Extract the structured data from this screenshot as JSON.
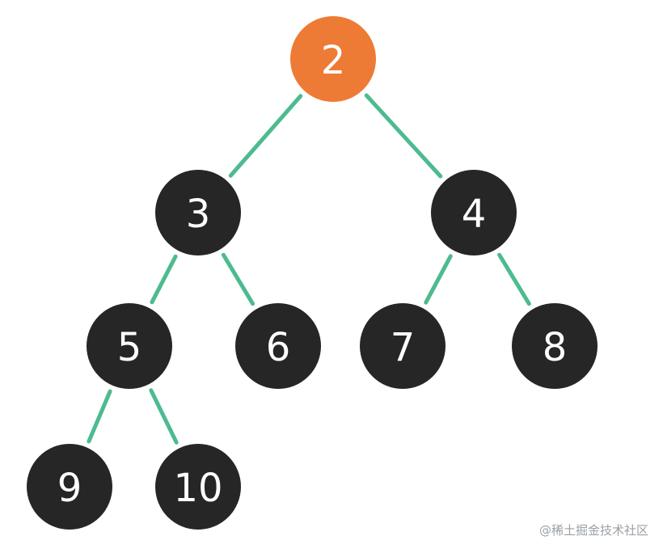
{
  "tree": {
    "nodes": [
      {
        "id": "n2",
        "label": "2",
        "color": "#ee7b35"
      },
      {
        "id": "n3",
        "label": "3",
        "color": "#262626"
      },
      {
        "id": "n4",
        "label": "4",
        "color": "#262626"
      },
      {
        "id": "n5",
        "label": "5",
        "color": "#262626"
      },
      {
        "id": "n6",
        "label": "6",
        "color": "#262626"
      },
      {
        "id": "n7",
        "label": "7",
        "color": "#262626"
      },
      {
        "id": "n8",
        "label": "8",
        "color": "#262626"
      },
      {
        "id": "n9",
        "label": "9",
        "color": "#262626"
      },
      {
        "id": "n10",
        "label": "10",
        "color": "#262626"
      }
    ],
    "edges": [
      {
        "from": "n2",
        "to": "n3"
      },
      {
        "from": "n2",
        "to": "n4"
      },
      {
        "from": "n3",
        "to": "n5"
      },
      {
        "from": "n3",
        "to": "n6"
      },
      {
        "from": "n4",
        "to": "n7"
      },
      {
        "from": "n4",
        "to": "n8"
      },
      {
        "from": "n5",
        "to": "n9"
      },
      {
        "from": "n5",
        "to": "n10"
      }
    ],
    "edge_color": "#4dbb8f"
  },
  "watermark": "@稀土掘金技术社区"
}
